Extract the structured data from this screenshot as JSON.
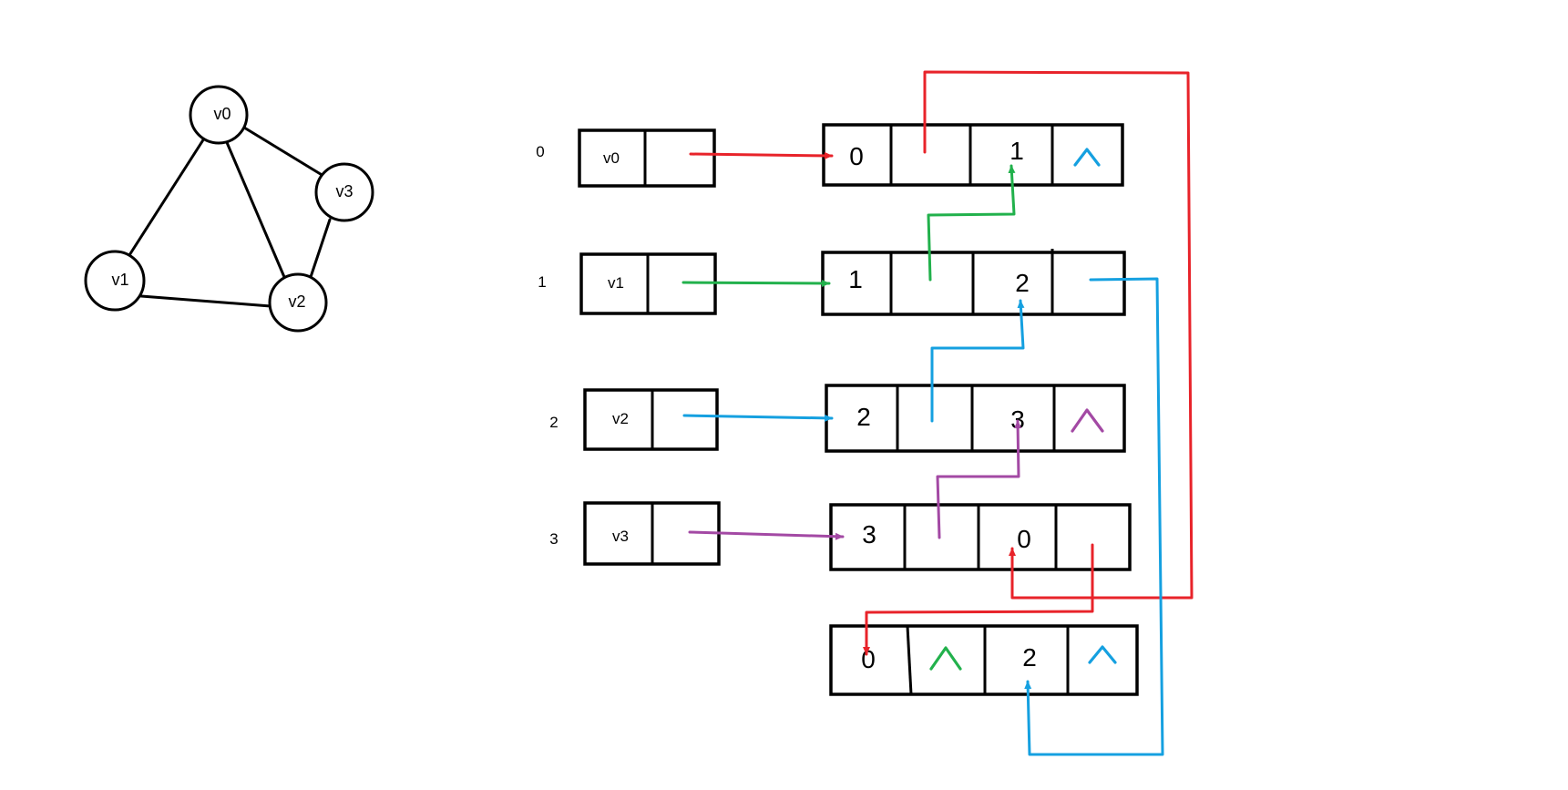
{
  "colors": {
    "ink": "#000000",
    "red": "#e8232a",
    "green": "#22b14c",
    "blue": "#15a0e0",
    "purple": "#a349a4"
  },
  "graph": {
    "vertices": [
      "v0",
      "v1",
      "v2",
      "v3"
    ],
    "edges": [
      [
        "v0",
        "v1"
      ],
      [
        "v0",
        "v2"
      ],
      [
        "v0",
        "v3"
      ],
      [
        "v1",
        "v2"
      ],
      [
        "v2",
        "v3"
      ]
    ]
  },
  "vertex_table": {
    "rows": [
      {
        "index": "0",
        "name": "v0"
      },
      {
        "index": "1",
        "name": "v1"
      },
      {
        "index": "2",
        "name": "v2"
      },
      {
        "index": "3",
        "name": "v3"
      }
    ]
  },
  "edge_nodes": [
    {
      "ivex": "0",
      "jvex": "1",
      "jlink": "null",
      "jlink_color": "blue"
    },
    {
      "ivex": "1",
      "jvex": "2",
      "jlink": "",
      "jlink_color": ""
    },
    {
      "ivex": "2",
      "jvex": "3",
      "jlink": "null",
      "jlink_color": "purple"
    },
    {
      "ivex": "3",
      "jvex": "0",
      "jlink": "",
      "jlink_color": ""
    },
    {
      "ivex": "0",
      "ilink": "null",
      "ilink_color": "green",
      "jvex": "2",
      "jlink": "null",
      "jlink_color": "blue"
    }
  ],
  "null_marker": "^"
}
